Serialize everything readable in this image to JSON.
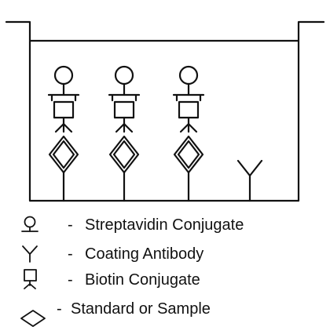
{
  "legend": [
    {
      "icon": "streptavidin-conjugate-icon",
      "dash": "-",
      "label": "Streptavidin Conjugate"
    },
    {
      "icon": "coating-antibody-icon",
      "dash": "-",
      "label": "Coating Antibody"
    },
    {
      "icon": "biotin-conjugate-icon",
      "dash": "-",
      "label": "Biotin Conjugate"
    },
    {
      "icon": "standard-or-sample-icon",
      "dash": "-",
      "label": "Standard or Sample"
    }
  ],
  "wells": {
    "bound_complexes": 3,
    "free_antibodies": 1
  },
  "colors": {
    "stroke": "#111111",
    "background": "#ffffff"
  }
}
